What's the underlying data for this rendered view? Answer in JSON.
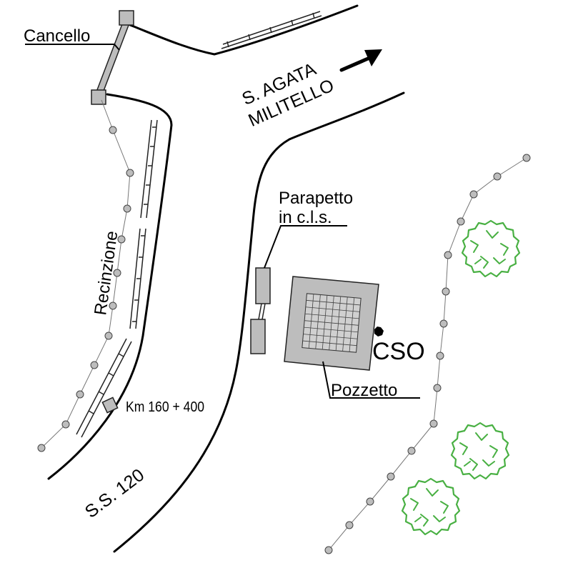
{
  "labels": {
    "cancello": "Cancello",
    "destination_line1": "S. AGATA",
    "destination_line2": "MILITELLO",
    "parapetto_line1": "Parapetto",
    "parapetto_line2": "in c.l.s.",
    "recinzione": "Recinzione",
    "km": "Km 160 + 400",
    "road": "S.S. 120",
    "cso": "CSO",
    "pozzetto": "Pozzetto"
  },
  "colors": {
    "vegetation": "#49b043",
    "structure_fill": "#bdbdbd",
    "line": "#000000"
  },
  "icons": {
    "direction": "arrow-right-icon",
    "tree": "tree-icon",
    "cso": "cso-point-icon"
  }
}
